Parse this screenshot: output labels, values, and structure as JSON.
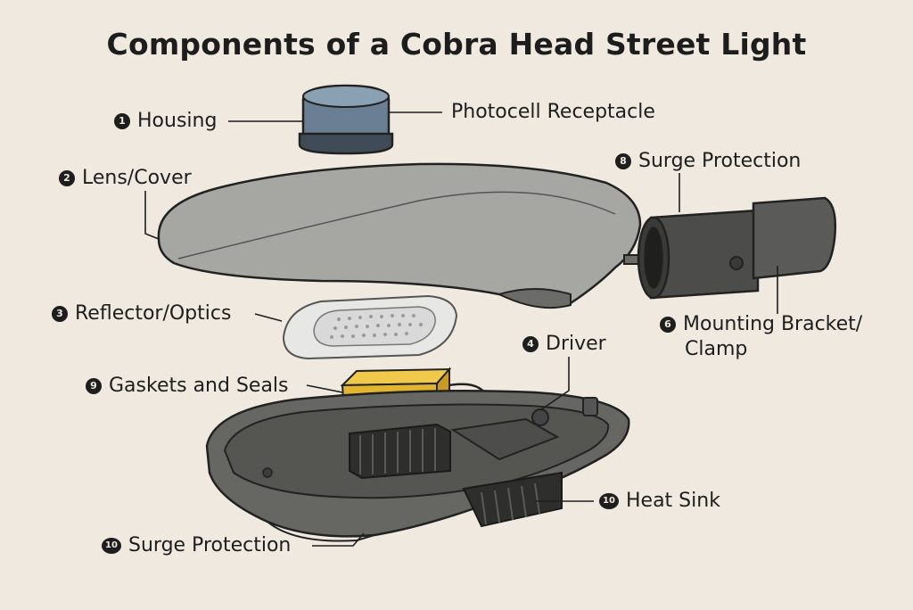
{
  "title": "Components of a Cobra Head Street Light",
  "labels": {
    "housing": {
      "num": "1",
      "text": "Housing"
    },
    "photocell": {
      "text": "Photocell Receptacle"
    },
    "lens": {
      "num": "2",
      "text": "Lens/Cover"
    },
    "surge_top": {
      "num": "8",
      "text": "Surge Protection"
    },
    "reflector": {
      "num": "3",
      "text": "Reflector/Optics"
    },
    "driver": {
      "num": "4",
      "text": "Driver"
    },
    "mounting": {
      "num": "6",
      "text": "Mounting Bracket/",
      "text2": "Clamp"
    },
    "gaskets": {
      "num": "9",
      "text": "Gaskets and Seals"
    },
    "heat_sink": {
      "num": "10",
      "text": "Heat Sink"
    },
    "surge_bottom": {
      "num": "10",
      "text": "Surge Protection"
    }
  }
}
